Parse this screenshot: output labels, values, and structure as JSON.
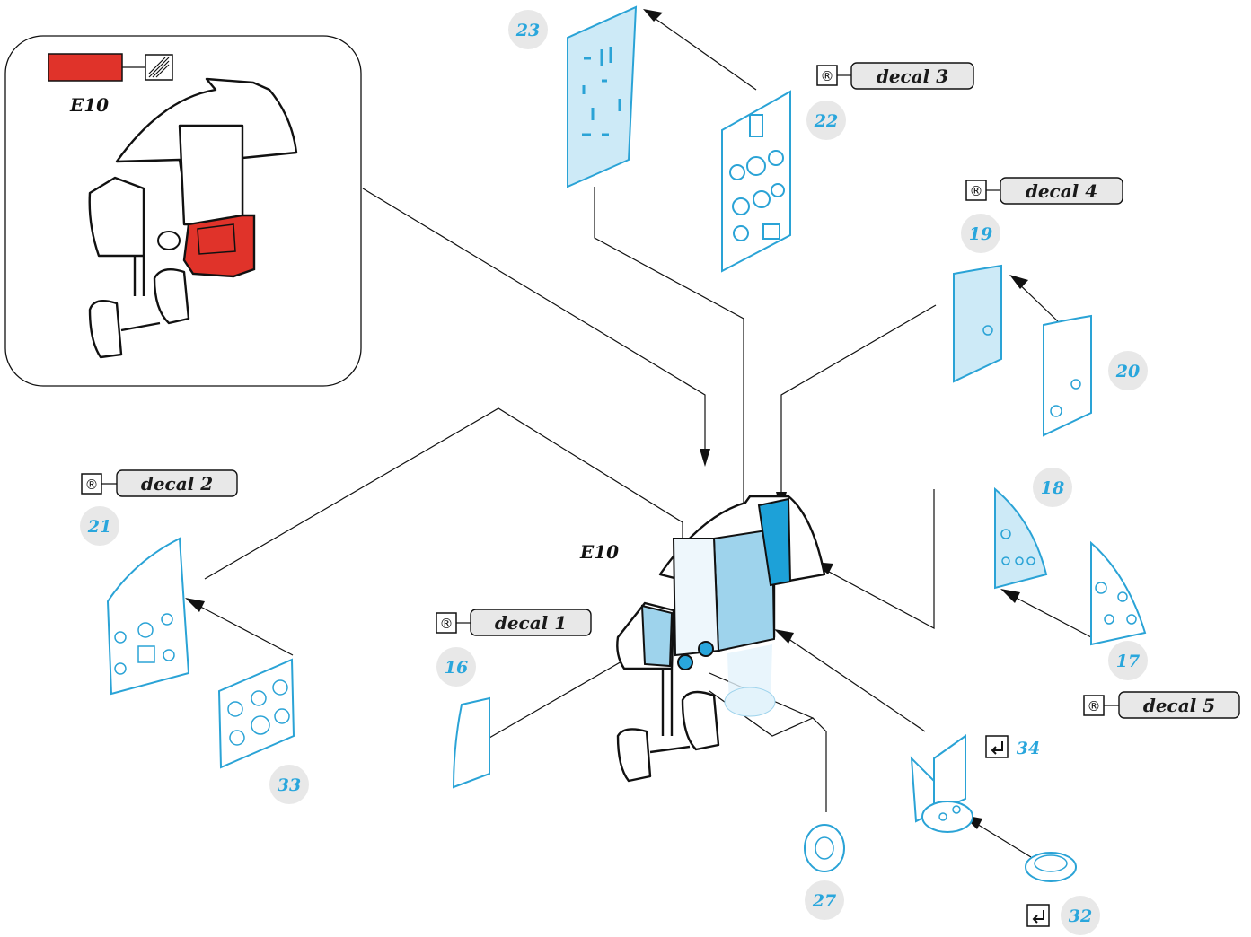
{
  "inset": {
    "part_label": "E10",
    "color_swatch": "#e0332a",
    "icon": "hatch-icon"
  },
  "main": {
    "part_label": "E10"
  },
  "decals": [
    {
      "label": "decal 1",
      "icon": "registered-icon"
    },
    {
      "label": "decal 2",
      "icon": "registered-icon"
    },
    {
      "label": "decal 3",
      "icon": "registered-icon"
    },
    {
      "label": "decal 4",
      "icon": "registered-icon"
    },
    {
      "label": "decal 5",
      "icon": "registered-icon"
    }
  ],
  "parts": {
    "p16": "16",
    "p17": "17",
    "p18": "18",
    "p19": "19",
    "p20": "20",
    "p21": "21",
    "p22": "22",
    "p23": "23",
    "p27": "27",
    "p32": "32",
    "p33": "33",
    "p34": "34"
  },
  "colors": {
    "accent_blue": "#29a6dc",
    "light_blue": "#9ed3ec",
    "red": "#e0332a",
    "badge_bg": "#e8e8e8"
  },
  "symbols": {
    "bend_icon": "bend-icon"
  }
}
